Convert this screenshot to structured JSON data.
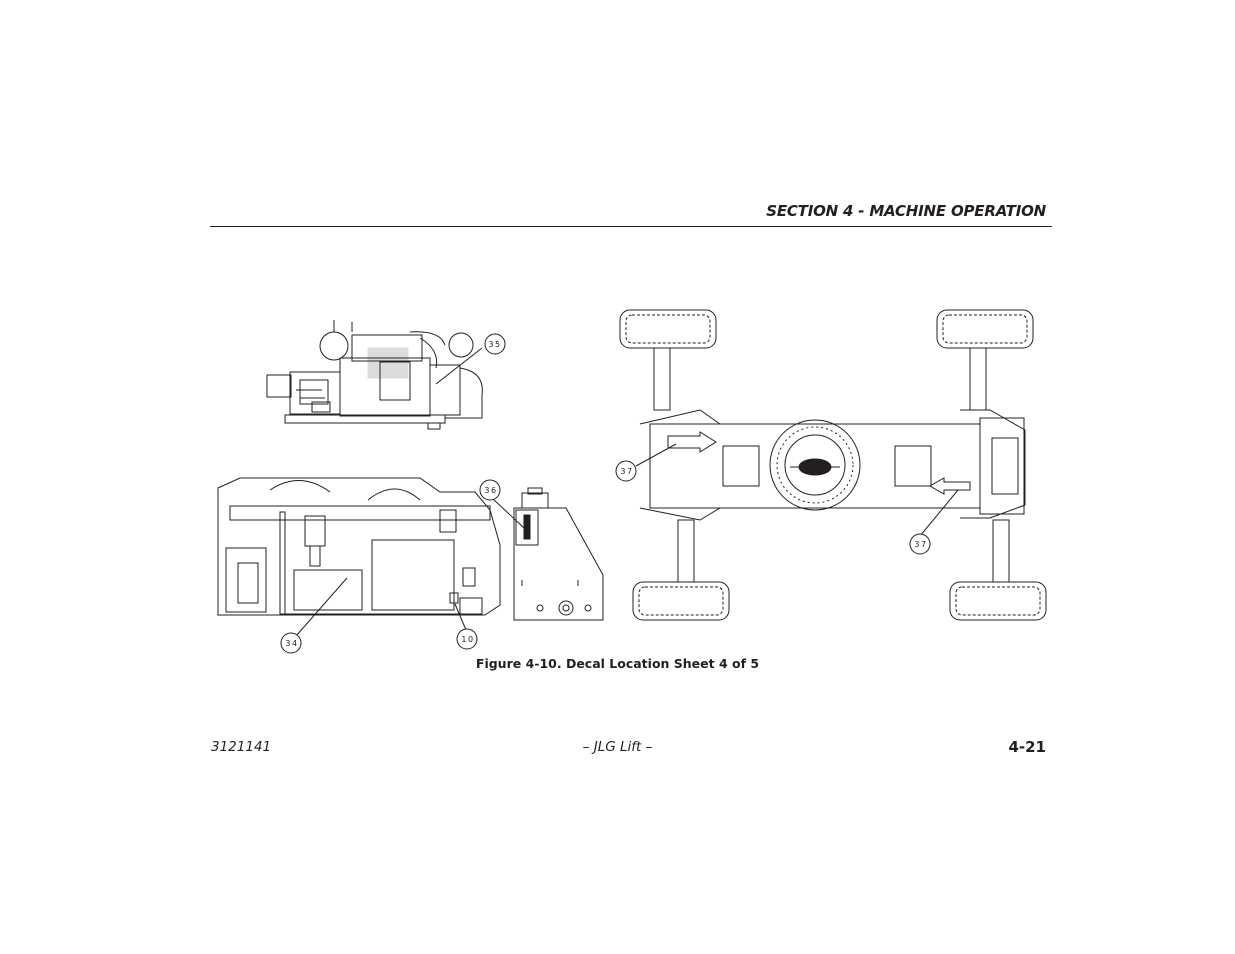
{
  "header": {
    "title": "SECTION 4 - MACHINE OPERATION"
  },
  "figure": {
    "caption": "Figure 4-10. Decal Location Sheet 4 of 5",
    "balloons": [
      "35",
      "36",
      "34",
      "10",
      "37",
      "37"
    ]
  },
  "footer": {
    "doc_number": "3121141",
    "center": "– JLG Lift –",
    "page": "4-21"
  }
}
